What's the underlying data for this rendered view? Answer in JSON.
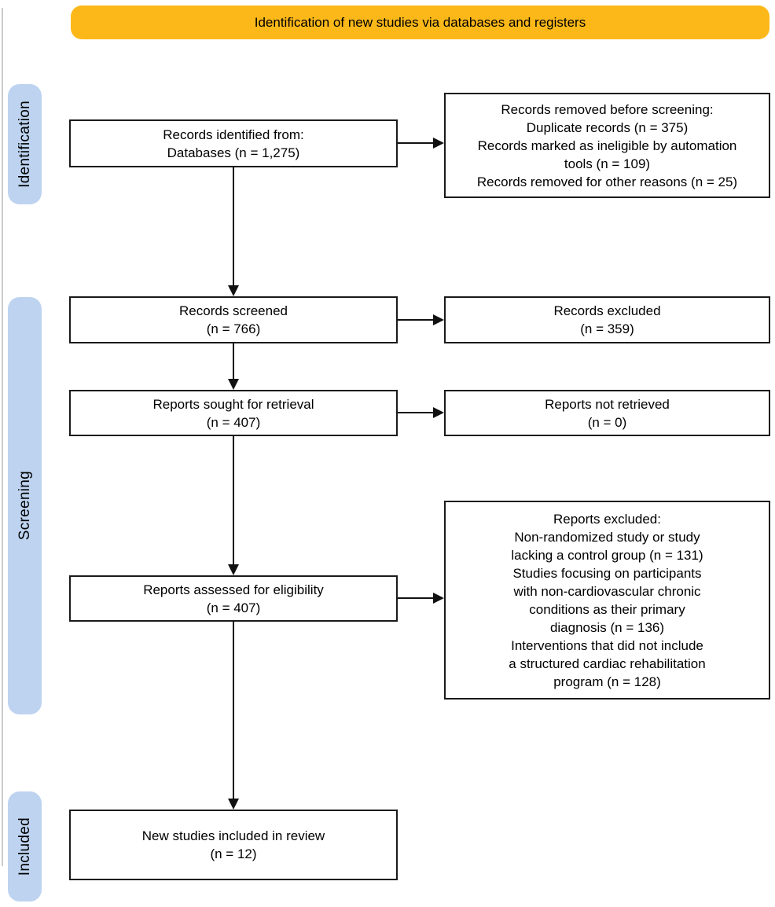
{
  "banner": {
    "label": "Identification of new studies via databases and registers",
    "background_color": "#FCB819"
  },
  "stages": [
    {
      "label": "Identification",
      "background_color": "#BDD3F0"
    },
    {
      "label": "Screening",
      "background_color": "#BDD3F0"
    },
    {
      "label": "Included",
      "background_color": "#BDD3F0"
    }
  ],
  "boxes": {
    "records_identified": {
      "lines": [
        "Records identified from:",
        "Databases (n = 1,275)"
      ]
    },
    "records_removed": {
      "lines": [
        "Records removed before screening:",
        "Duplicate records (n = 375)",
        "Records marked as ineligible by automation",
        "tools (n = 109)",
        "Records removed for other reasons (n = 25)"
      ]
    },
    "records_screened": {
      "lines": [
        "Records screened",
        "(n = 766)"
      ]
    },
    "records_excluded": {
      "lines": [
        "Records excluded",
        "(n = 359)"
      ]
    },
    "reports_sought": {
      "lines": [
        "Reports sought for retrieval",
        "(n = 407)"
      ]
    },
    "reports_not_retrieved": {
      "lines": [
        "Reports not retrieved",
        "(n = 0)"
      ]
    },
    "reports_assessed": {
      "lines": [
        "Reports assessed for eligibility",
        "(n = 407)"
      ]
    },
    "reports_excluded": {
      "lines": [
        "Reports excluded:",
        "Non-randomized study or study",
        "lacking a control group (n = 131)",
        "Studies focusing on participants",
        "with non-cardiovascular chronic",
        "conditions as their primary",
        "diagnosis (n = 136)",
        "Interventions that did not include",
        "a structured cardiac rehabilitation",
        "program (n = 128)"
      ]
    },
    "new_studies_included": {
      "lines": [
        "New studies included in review",
        "(n = 12)"
      ]
    }
  }
}
